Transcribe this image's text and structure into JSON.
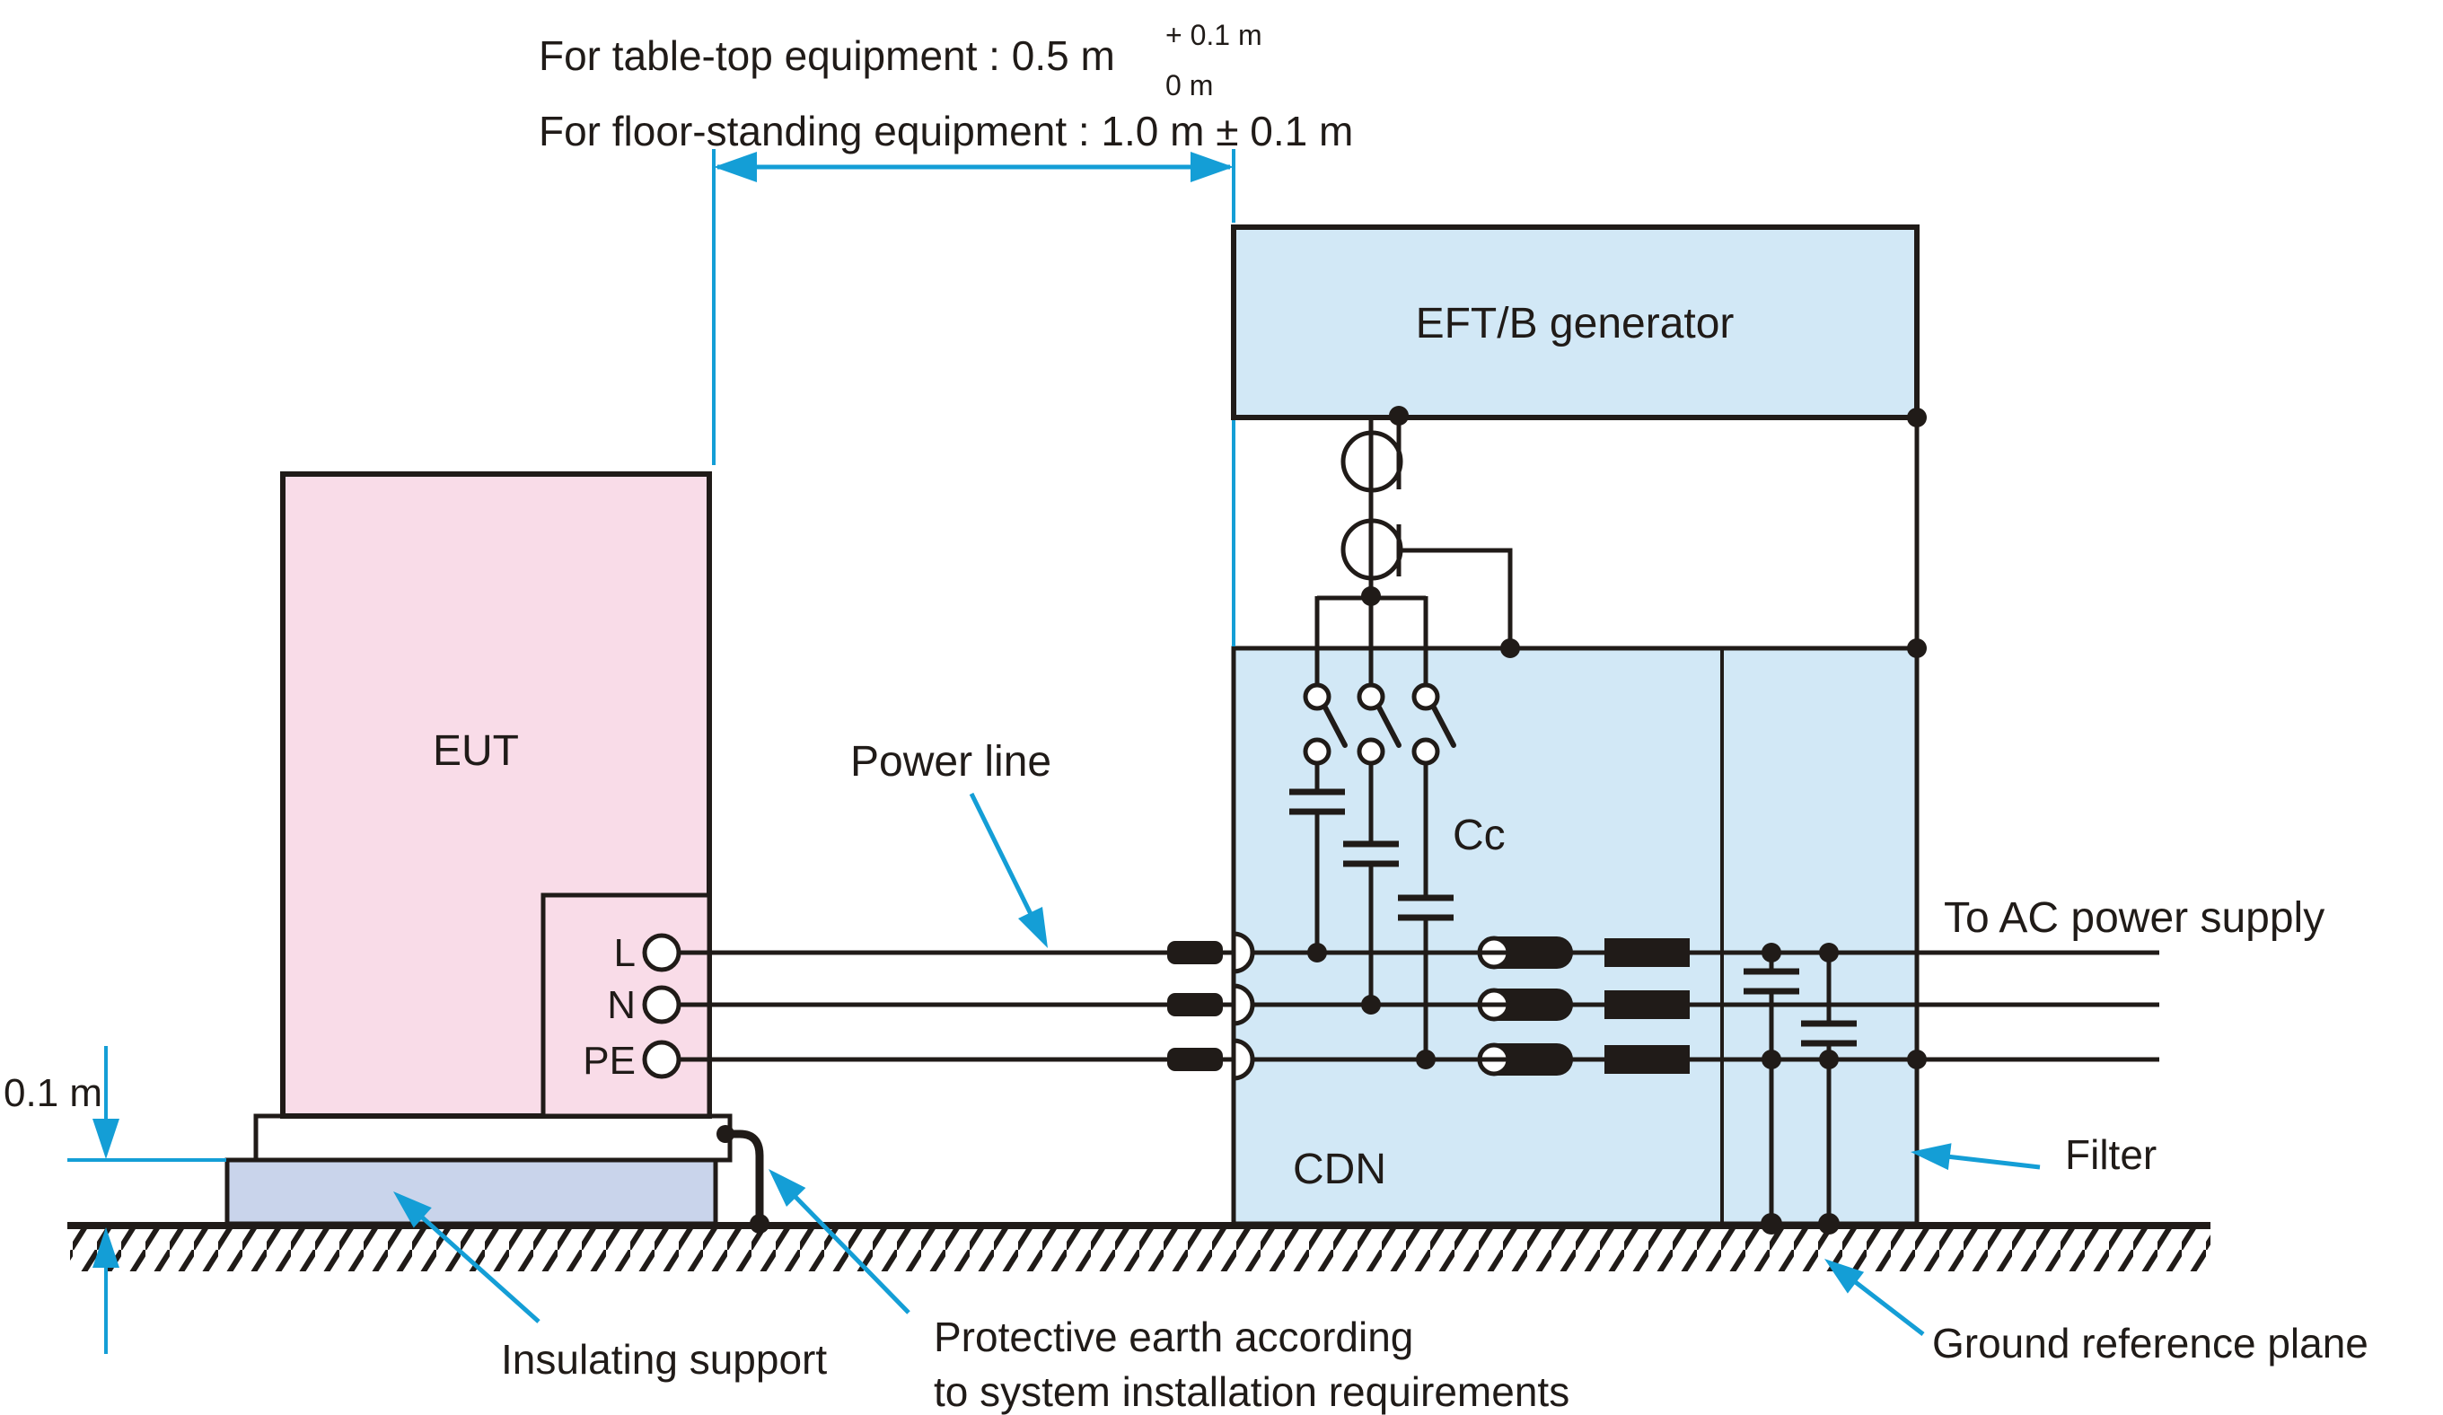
{
  "labels": {
    "table_top": "For table-top equipment : 0.5 m",
    "table_top_tol_sup": "+ 0.1 m",
    "table_top_tol_sub": "0 m",
    "floor_standing": "For floor-standing equipment : 1.0 m ± 0.1 m",
    "eut": "EUT",
    "terminal_l": "L",
    "terminal_n": "N",
    "terminal_pe": "PE",
    "power_line": "Power line",
    "generator": "EFT/B generator",
    "cdn": "CDN",
    "coupling_cap": "Cc",
    "to_ac": "To AC power supply",
    "filter": "Filter",
    "ground_plane": "Ground reference plane",
    "insulating_support": "Insulating support",
    "protective_earth_1": "Protective earth according",
    "protective_earth_2": "to system installation requirements",
    "support_height": "0.1 m"
  },
  "colors": {
    "accent": "#149ED6",
    "eut_fill": "#F9DCE8",
    "support_fill": "#C9D4EB",
    "box_fill": "#D2E8F6",
    "ink": "#201B18",
    "background": "#FFFFFF"
  }
}
